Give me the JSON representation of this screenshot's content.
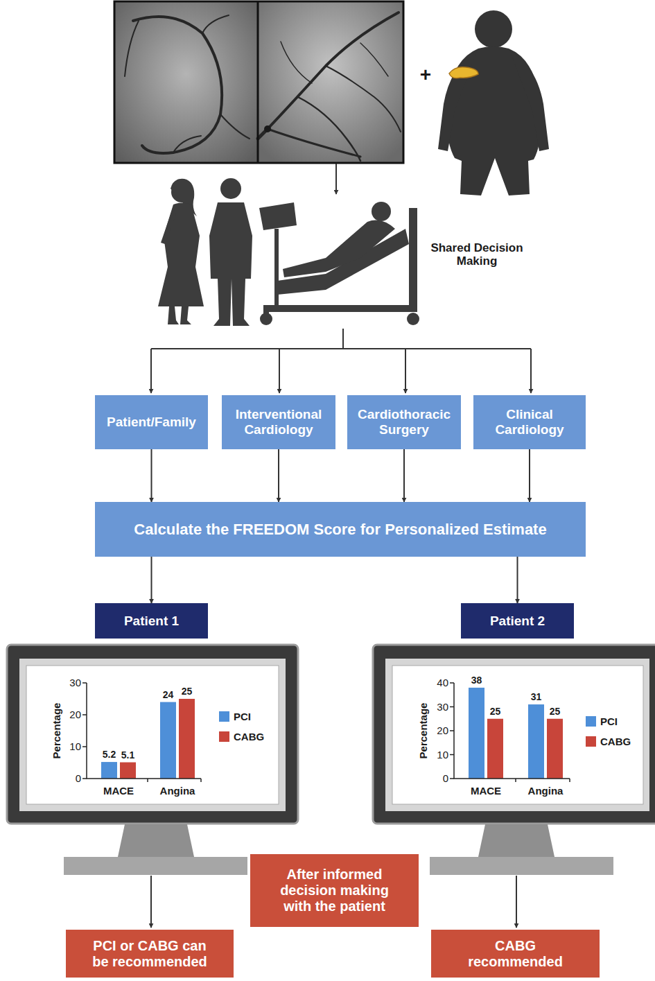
{
  "diagram": {
    "nodes": [
      {
        "text": [
          "Patient/Family"
        ]
      },
      {
        "text": [
          "Interventional Cardiology"
        ]
      },
      {
        "text": [
          "Cardiothoracic Surgery"
        ]
      },
      {
        "text": [
          "Clinical Cardiology"
        ]
      },
      {
        "text": [
          "Calculate the FREEDOM Score for Personalized Estimate"
        ]
      },
      {
        "text": [
          "Patient 1"
        ]
      },
      {
        "text": [
          "Patient 2"
        ]
      },
      {
        "text": [
          "After informed decision making with the patient"
        ]
      },
      {
        "text": [
          "PCI or CABG can be recommended"
        ]
      },
      {
        "text": [
          "CABG recommended"
        ]
      }
    ],
    "edges": [
      {
        "from": 0,
        "to": 4,
        "arrow": "to"
      },
      {
        "from": 1,
        "to": 4,
        "arrow": "to"
      },
      {
        "from": 2,
        "to": 4,
        "arrow": "to"
      },
      {
        "from": 3,
        "to": 4,
        "arrow": "to"
      },
      {
        "from": 4,
        "to": 5,
        "arrow": "to"
      },
      {
        "from": 4,
        "to": 6,
        "arrow": "to"
      }
    ],
    "labels": [
      "+",
      "Shared Decision Making",
      "30",
      "20",
      "10",
      "0",
      "Percentage",
      "5.2",
      "5.1",
      "24",
      "25",
      "MACE",
      "Angina",
      "40",
      "30",
      "20",
      "10",
      "0",
      "Percentage",
      "38",
      "25",
      "31",
      "25",
      "MACE",
      "Angina"
    ],
    "legend": [
      {
        "text": "PCI",
        "color": "#4e8fd8"
      },
      {
        "text": "CABG",
        "color": "#c8453a"
      },
      {
        "text": "PCI",
        "color": "#4e8fd8"
      },
      {
        "text": "CABG",
        "color": "#c8453a"
      }
    ]
  }
}
